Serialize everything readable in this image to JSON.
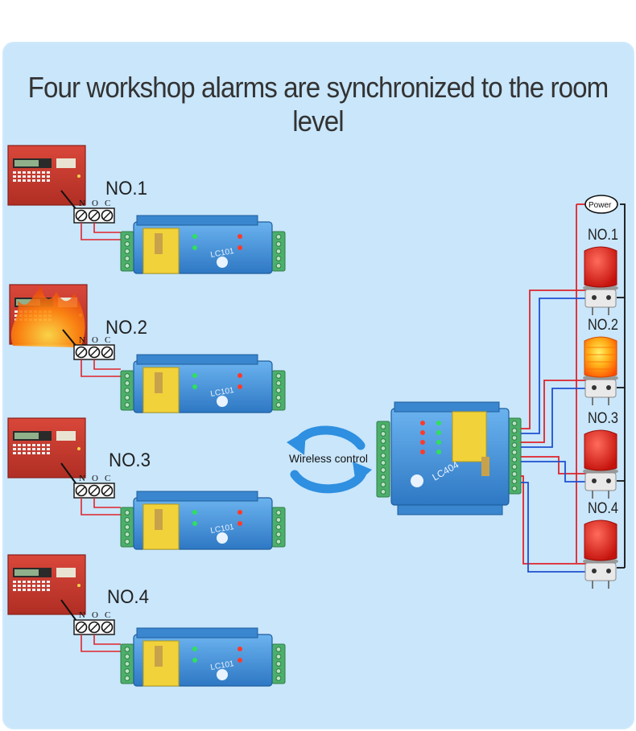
{
  "title": "Four workshop alarms are synchronized to the room level",
  "left_units": [
    {
      "label": "NO.1",
      "on_fire": false
    },
    {
      "label": "NO.2",
      "on_fire": true
    },
    {
      "label": "NO.3",
      "on_fire": false
    },
    {
      "label": "NO.4",
      "on_fire": false
    }
  ],
  "terminal_letters": [
    "N",
    "O",
    "C"
  ],
  "sender_module_text": "LC101",
  "wireless_label": "Wireless control",
  "receiver_module_text": "LC404",
  "power_label": "Power",
  "right_lights": [
    {
      "label": "NO.1",
      "state": "off"
    },
    {
      "label": "NO.2",
      "state": "on"
    },
    {
      "label": "NO.3",
      "state": "off"
    },
    {
      "label": "NO.4",
      "state": "off"
    }
  ],
  "colors": {
    "panel_bg": "#c9e6fb",
    "alarm_box_red": "#c83a2e",
    "module_blue": "#3f8fd6",
    "terminal_green": "#4caf6a",
    "wire_red": "#e0232a",
    "wire_blue": "#1f4fd0",
    "arrow_blue": "#2f8fe0",
    "light_red": "#e3211a",
    "light_lit": "#ff6a00"
  }
}
